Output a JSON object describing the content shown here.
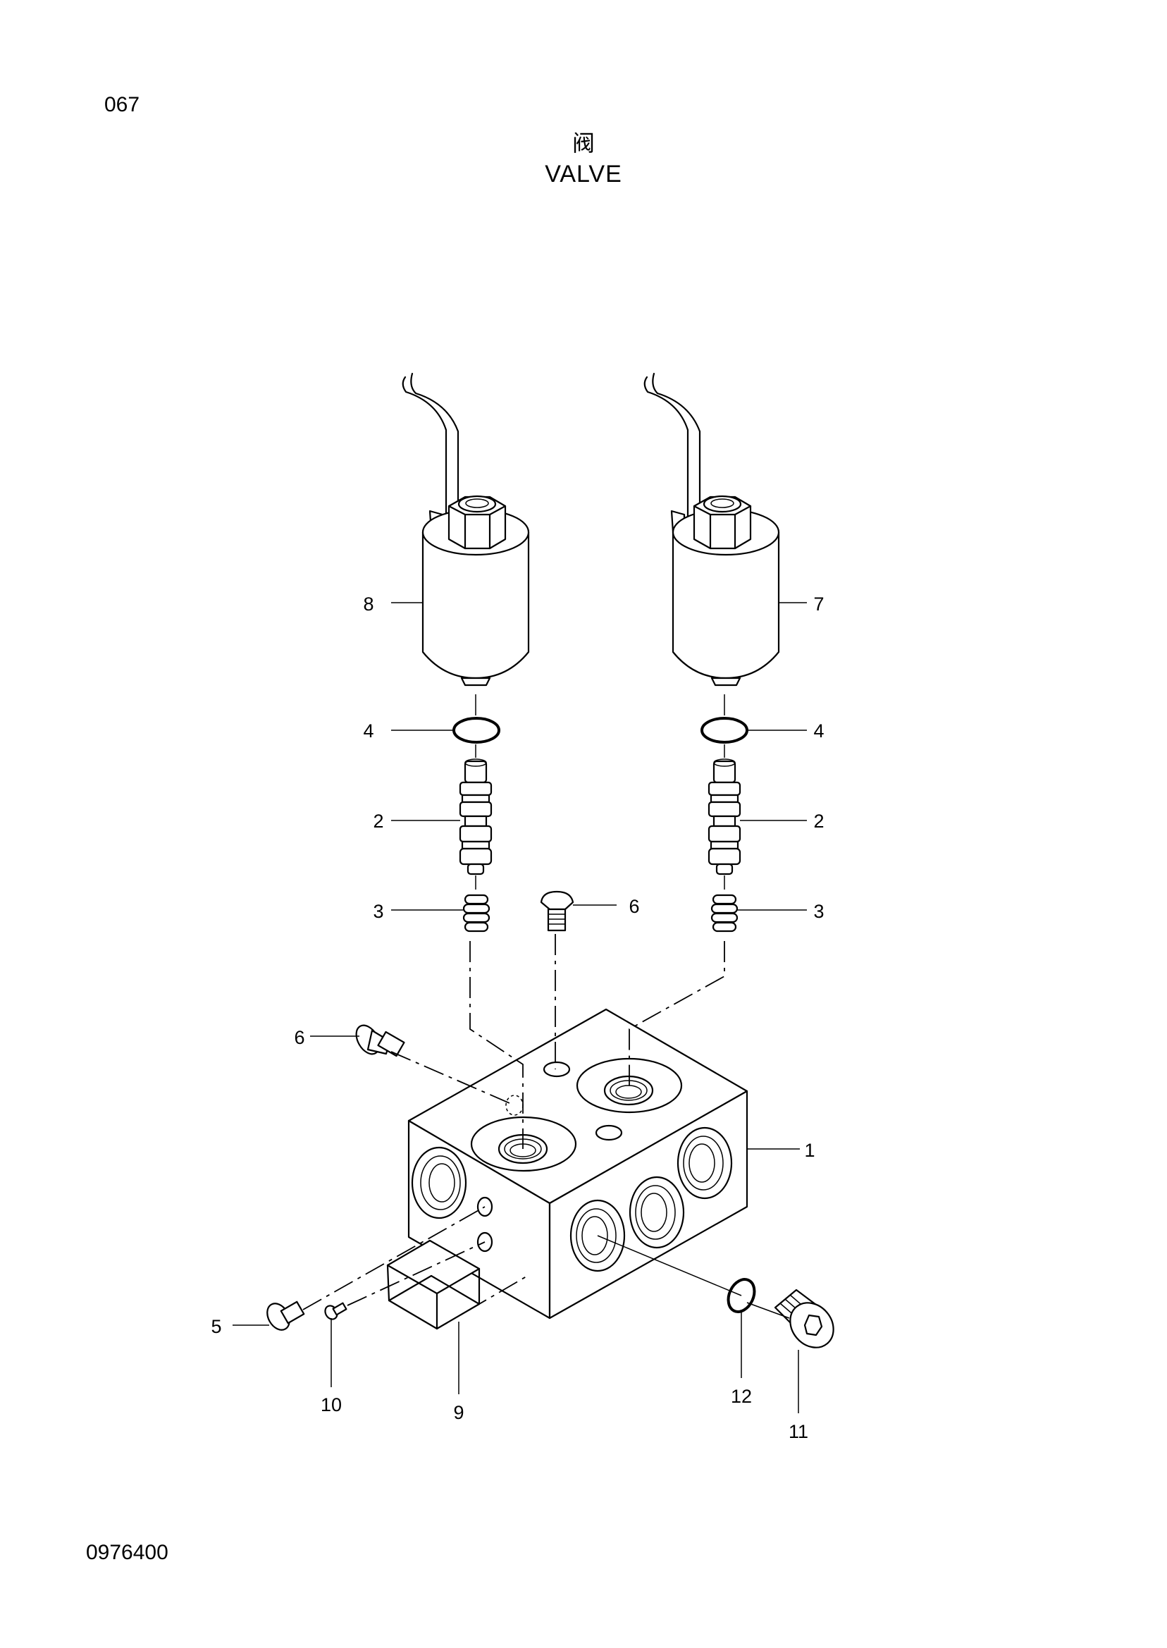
{
  "page_number": "067",
  "title_cn": "阀",
  "title_en": "VALVE",
  "doc_code": "0976400",
  "callouts": {
    "c1": "1",
    "c2_left": "2",
    "c2_right": "2",
    "c3_left": "3",
    "c3_right": "3",
    "c4_left": "4",
    "c4_right": "4",
    "c5": "5",
    "c6_top": "6",
    "c6_left": "6",
    "c7": "7",
    "c8": "8",
    "c9": "9",
    "c10": "10",
    "c11": "11",
    "c12": "12"
  }
}
